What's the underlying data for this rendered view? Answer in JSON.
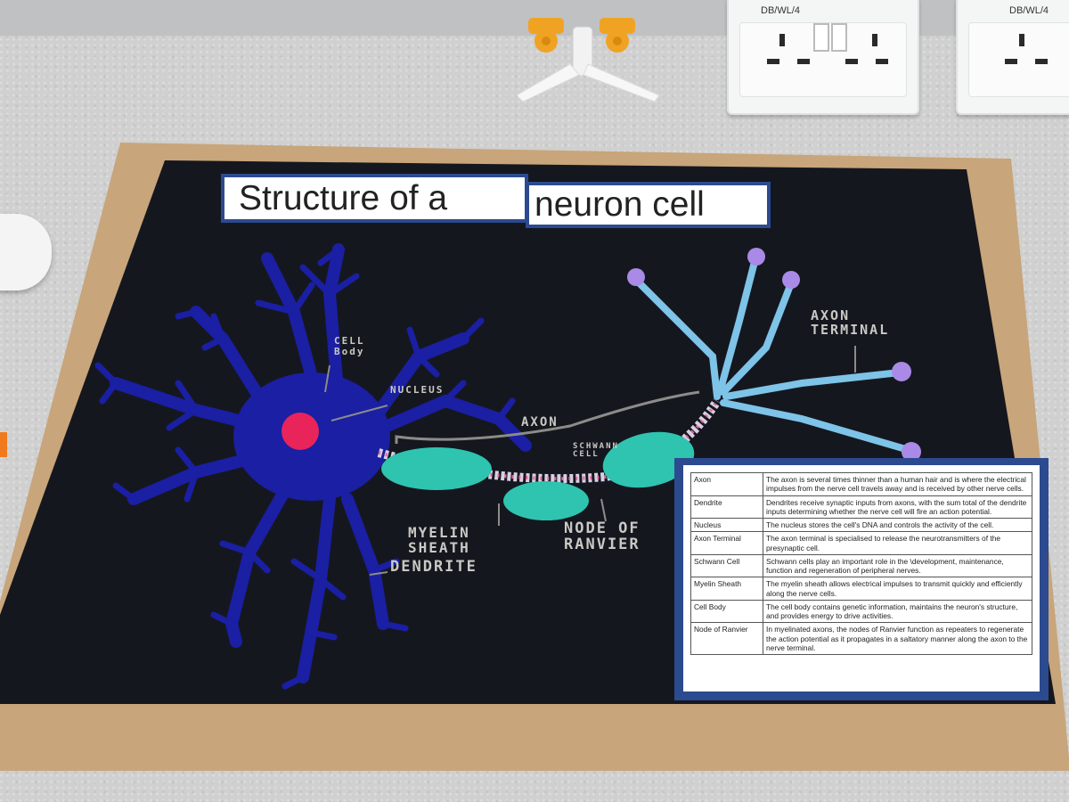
{
  "outlets": [
    {
      "label": "DB/WL/4"
    },
    {
      "label": "DB/WL/4"
    }
  ],
  "poster": {
    "title_part1": "Structure of a",
    "title_part2": "neuron cell",
    "labels": {
      "cell_body": "CELL\nBody",
      "nucleus": "NUCLEUS",
      "axon": "AXON",
      "axon_terminal": "AXON\nTERMINAL",
      "schwann_cell": "SCHWANN\nCELL",
      "myelin_sheath": "MYELIN\nSHEATH",
      "dendrite": "DENDRITE",
      "node_of_ranvier": "NODE OF\nRANVIER"
    },
    "table": [
      {
        "term": "Axon",
        "definition": "The axon is several times thinner than a human hair and is where the electrical impulses from the nerve cell travels away and is received by other nerve cells."
      },
      {
        "term": "Dendrite",
        "definition": "Dendrites receive synaptic inputs from axons, with the sum total of the dendrite inputs determining whether the nerve cell will fire an action potential."
      },
      {
        "term": "Nucleus",
        "definition": "The nucleus stores the cell's DNA and controls the activity of the cell."
      },
      {
        "term": "Axon Terminal",
        "definition": "The axon terminal is specialised to release the neurotransmitters of the presynaptic cell."
      },
      {
        "term": "Schwann Cell",
        "definition": "Schwann cells play an important role in the \\development, maintenance, function and regeneration of peripheral nerves."
      },
      {
        "term": "Myelin Sheath",
        "definition": "The myelin sheath allows electrical impulses to transmit quickly and efficiently along the nerve cells."
      },
      {
        "term": "Cell Body",
        "definition": "The cell body contains genetic information, maintains the neuron's structure, and provides energy to drive activities."
      },
      {
        "term": "Node of Ranvier",
        "definition": "In myelinated axons, the nodes of Ranvier function as repeaters to regenerate the action potential as it propagates in a saltatory manner along the axon to the nerve terminal."
      }
    ]
  },
  "colors": {
    "felt_blue": "#1a1fa3",
    "nucleus_pink": "#e8245a",
    "myelin_teal": "#2ec4b0",
    "pipe_cleaner": "#7ec3e8",
    "pompom": "#a98ae6",
    "board_black": "#15171f",
    "cardboard": "#c8a57a",
    "table_border": "#2c4a8f"
  }
}
